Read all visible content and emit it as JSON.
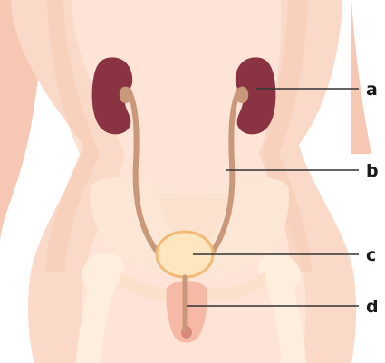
{
  "diagram": {
    "labels": {
      "a": "a",
      "b": "b",
      "c": "c",
      "d": "d"
    },
    "colors": {
      "background": "#ffffff",
      "skin_light": "#fde2d4",
      "skin_mid": "#f8cdb9",
      "skin_edge": "#f1b8a2",
      "pelvis_bone": "#fdeedd",
      "pelvis_shadow": "#f7d6bf",
      "kidney": "#8a3443",
      "ureter": "#c9977a",
      "bladder_fill": "#fde6c0",
      "bladder_stroke": "#f2b978",
      "urethra": "#c9977a",
      "genital": "#f4b3a0",
      "label_text": "#1a1a1a",
      "leader_line": "#333333"
    },
    "structures": [
      "kidney",
      "ureter",
      "bladder",
      "urethra"
    ]
  }
}
